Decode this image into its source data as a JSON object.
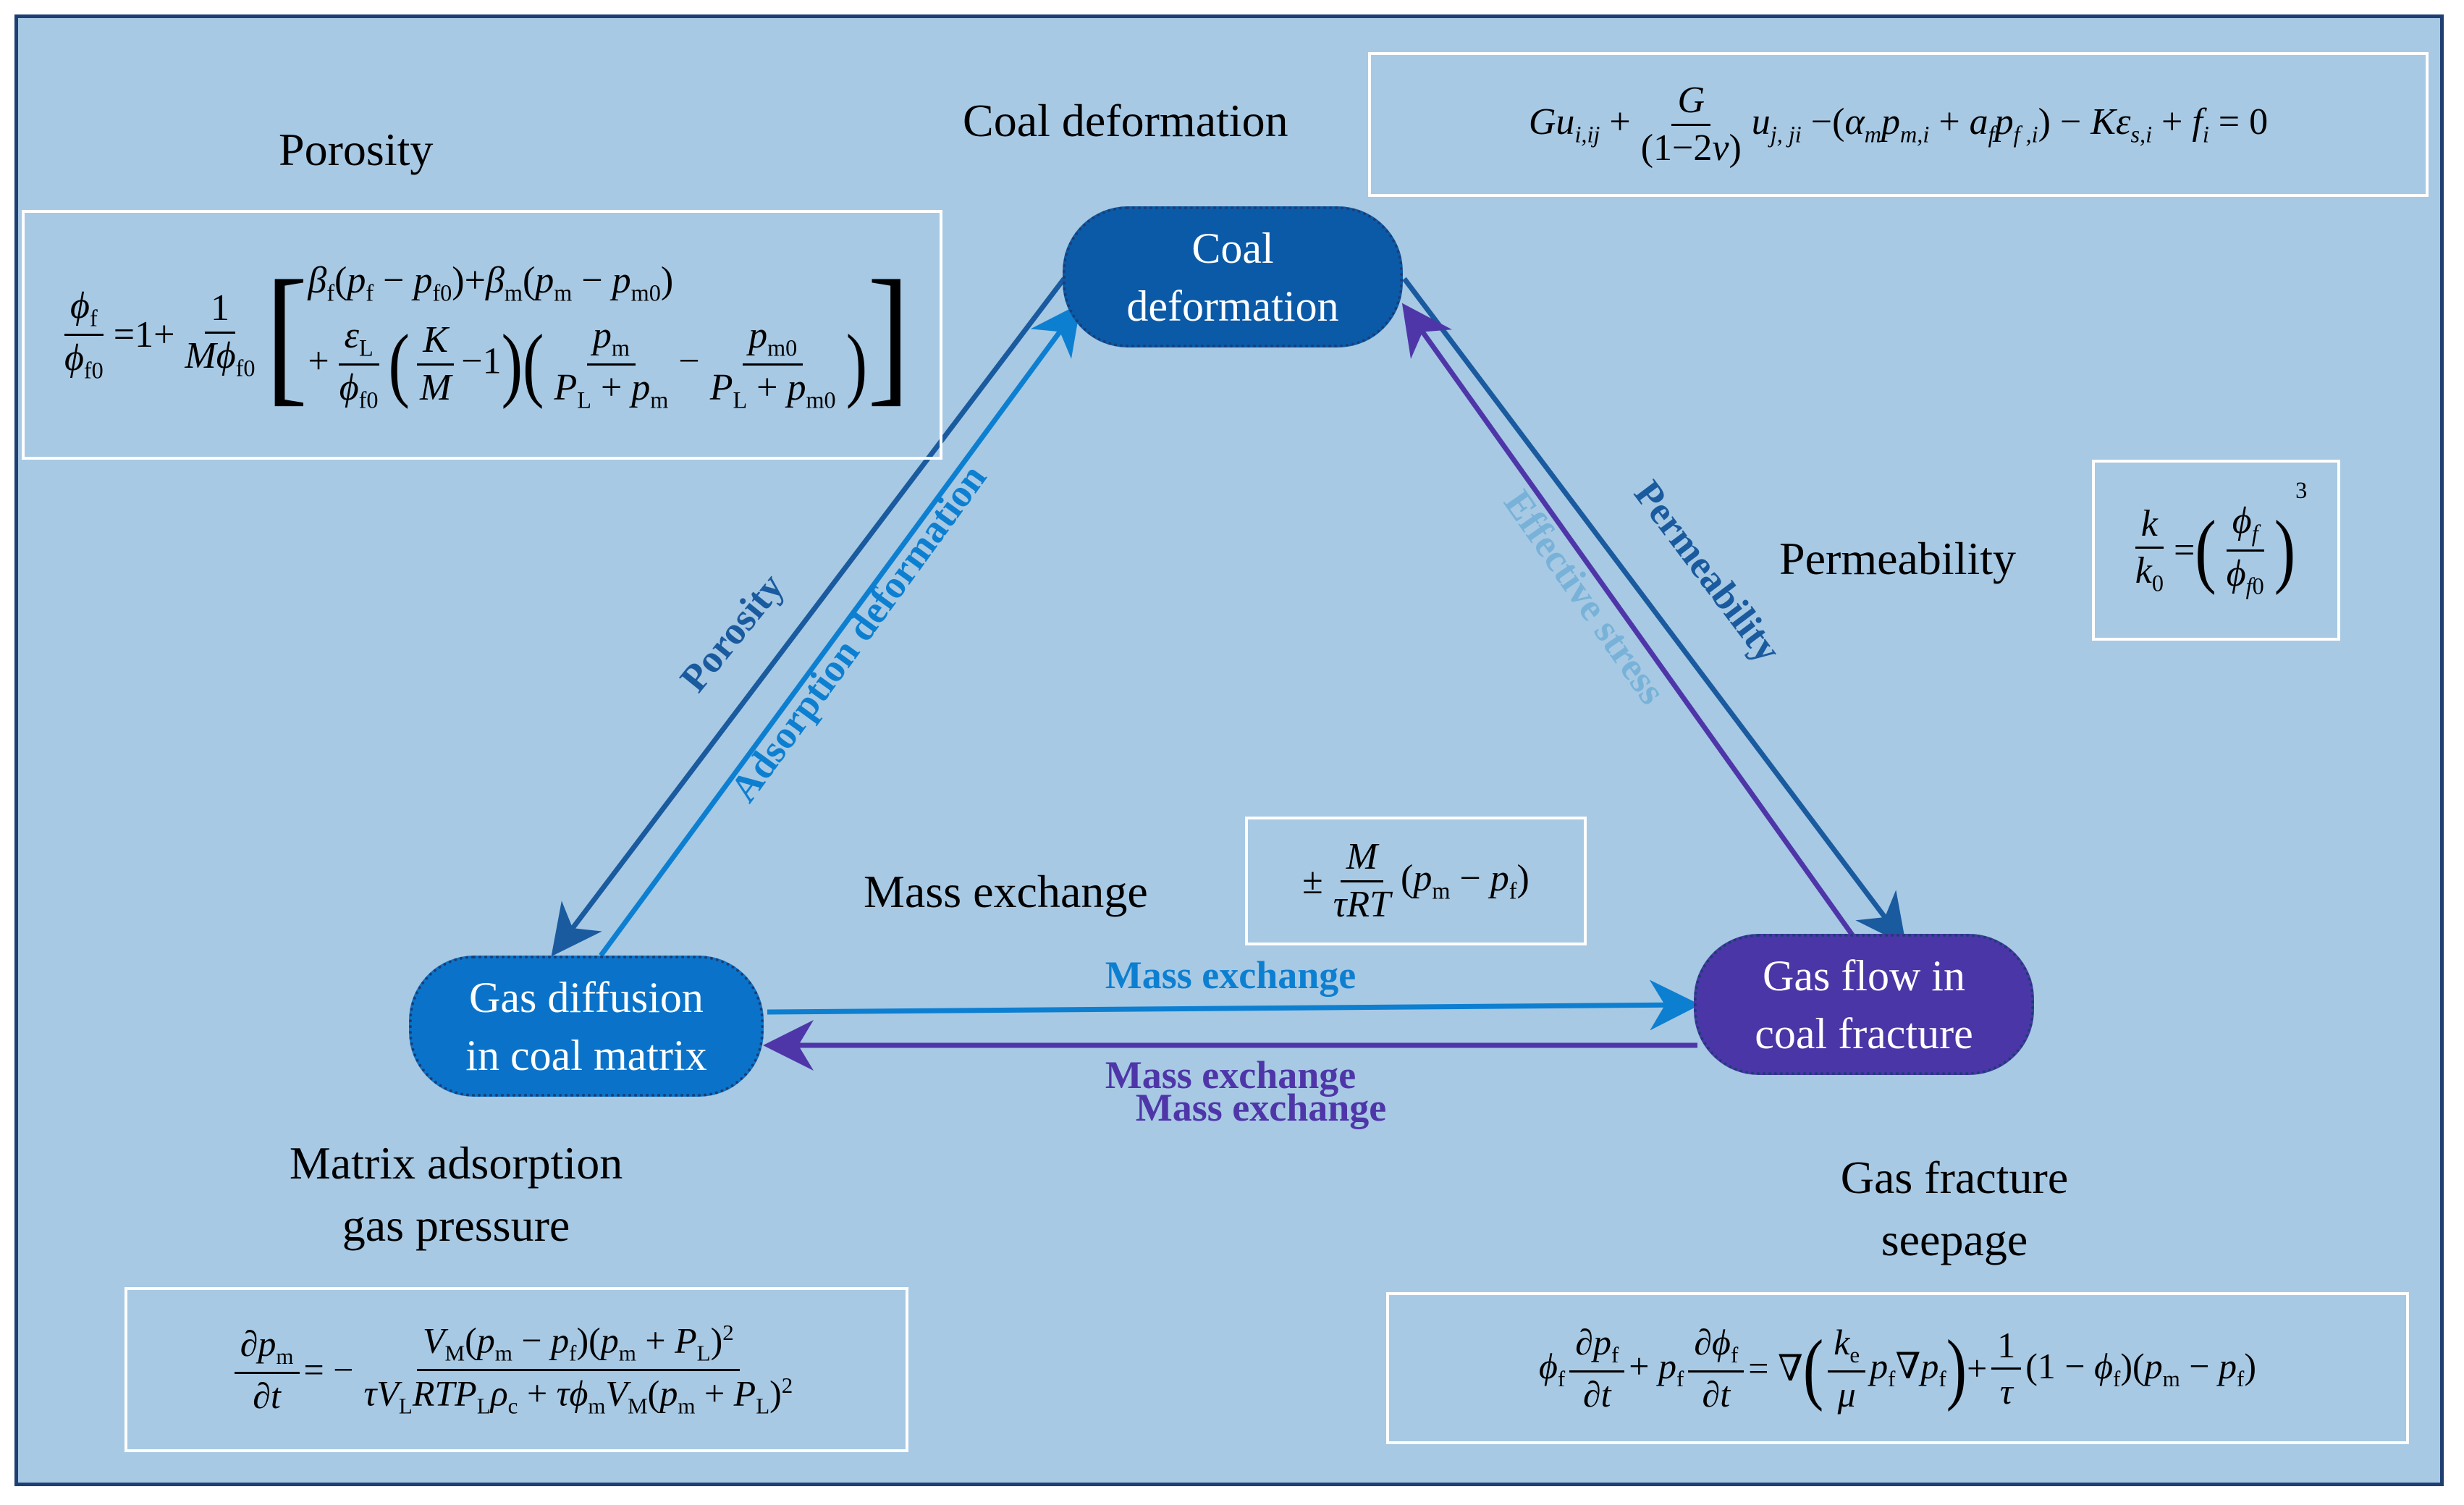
{
  "labels": {
    "porosity": "Porosity",
    "coal_deformation": "Coal deformation",
    "permeability": "Permeability",
    "mass_exchange": "Mass exchange",
    "matrix_adsorption_line1": "Matrix adsorption",
    "matrix_adsorption_line2": "gas pressure",
    "gas_fracture_line1": "Gas fracture",
    "gas_fracture_line2": "seepage"
  },
  "nodes": {
    "coal_deformation": {
      "line1": "Coal",
      "line2": "deformation",
      "color": "#0a5aa8"
    },
    "gas_diffusion": {
      "line1": "Gas diffusion",
      "line2": "in coal matrix",
      "color": "#0a73c9"
    },
    "gas_flow": {
      "line1": "Gas flow in",
      "line2": "coal fracture",
      "color": "#4a36a6"
    }
  },
  "arrow_labels": {
    "porosity": "Porosity",
    "adsorption_deformation": "Adsorption deformation",
    "permeability": "Permeability",
    "effective_stress": "Effective stress",
    "mass_exchange_top": "Mass exchange",
    "mass_exchange_bottom1": "Mass exchange",
    "mass_exchange_bottom2": "Mass exchange"
  },
  "colors": {
    "background": "#a7c9e4",
    "frame": "#1f3f73",
    "dark_blue": "#1a5a9e",
    "light_blue": "#0d7fd1",
    "purple": "#4e36a8",
    "pale_blue": "#78b2d8"
  }
}
